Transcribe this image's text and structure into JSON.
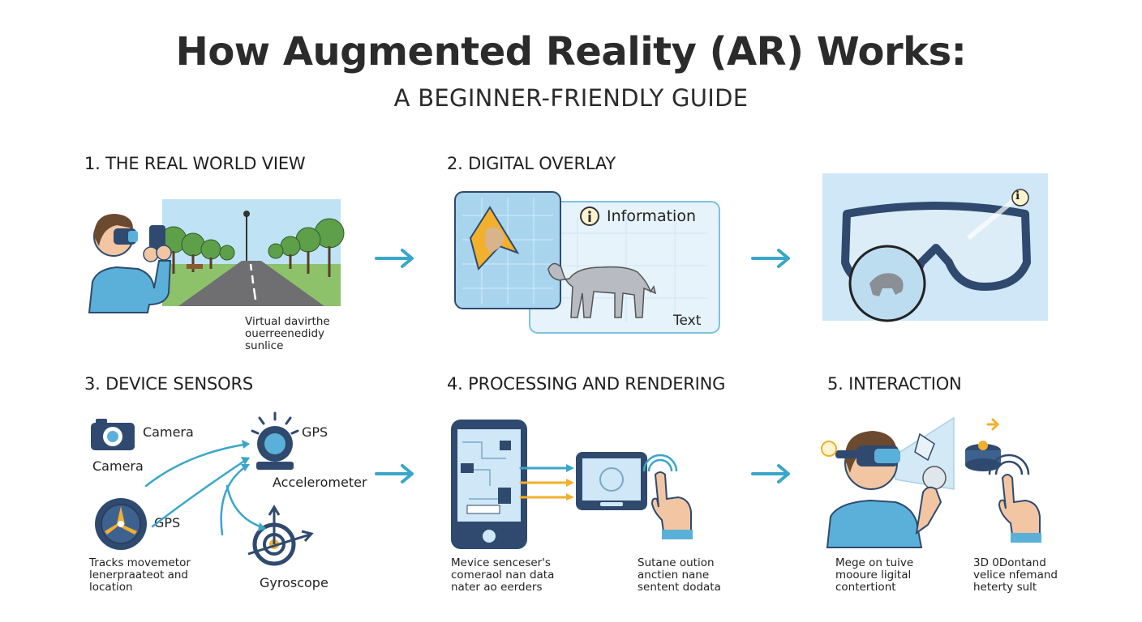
{
  "header": {
    "title": "How Augmented Reality (AR) Works:",
    "subtitle": "A BEGINNER-FRIENDLY GUIDE"
  },
  "steps": [
    {
      "heading": "1. THE REAL WORLD VIEW",
      "caption": [
        "Virtual davirthe",
        "ouerreenedidy",
        "sunlice"
      ]
    },
    {
      "heading": "2. DIGITAL OVERLAY",
      "info_label": "Information",
      "text_label": "Text"
    },
    {
      "heading": "",
      "corner_glyph": "ℹ"
    },
    {
      "heading": "3. DEVICE SENSORS",
      "labels": {
        "camera_right": "Camera",
        "camera_below": "Camera",
        "gps_top": "GPS",
        "accelerometer": "Accelerometer",
        "gps_left": "GPS",
        "gyroscope": "Gyroscope"
      },
      "caption": [
        "Tracks movemetor",
        "lenerpraateot and",
        "location"
      ]
    },
    {
      "heading": "4. PROCESSING AND RENDERING",
      "caption_left": [
        "Mevice senceser's",
        "comeraol nan data",
        "nater ao eerders"
      ],
      "caption_right": [
        "Sutane oution",
        "anctien nane",
        "sentent dodata"
      ]
    },
    {
      "heading": "5. INTERACTION",
      "caption_left": [
        "Mege on tuive",
        "mooure ligital",
        "contertiont"
      ],
      "caption_right": [
        "3D 0Dontand",
        "velice nfemand",
        "heterty sult"
      ]
    }
  ],
  "colors": {
    "arrow": "#3aa6c9",
    "navy": "#2f4a6e",
    "skin": "#f2c6a3",
    "shirt": "#5ab0d8",
    "panel": "#cfe7f6",
    "accent": "#f2b02c"
  }
}
